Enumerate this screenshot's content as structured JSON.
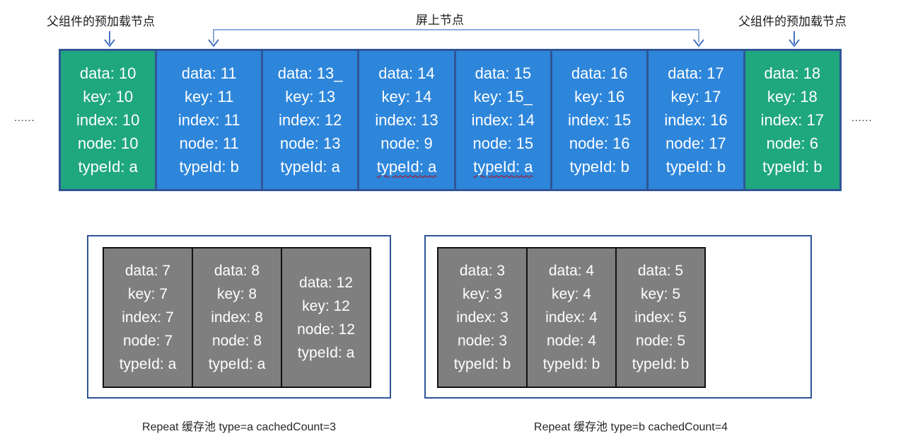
{
  "annotations": {
    "preload_label_left": "父组件的预加载节点",
    "onscreen_label": "屏上节点",
    "preload_label_right": "父组件的预加载节点",
    "ellipsis_left": "......",
    "ellipsis_right": "......"
  },
  "colors": {
    "green_cell": "#1FA77D",
    "blue_cell": "#2E86DB",
    "row_border": "#2F5597",
    "gray_cell": "#7F7F7F",
    "gray_cell_border": "#111111",
    "pool_border": "#2F5597",
    "arrow": "#4472C4",
    "bracket": "#8FAADC",
    "spellcheck_squiggle": "#C00000",
    "cell_text": "#FFFFFF"
  },
  "top_row": {
    "cells": [
      {
        "color": "green",
        "lines": [
          "data: 10",
          "key: 10",
          "index: 10",
          "node: 10",
          "typeId: a"
        ],
        "misspell_underline": false
      },
      {
        "color": "blue",
        "lines": [
          "data: 11",
          "key: 11",
          "index: 11",
          "node: 11",
          "typeId: b"
        ],
        "misspell_underline": false
      },
      {
        "color": "blue",
        "lines": [
          "data: 13_",
          "key: 13",
          "index: 12",
          "node: 13",
          "typeId: a"
        ],
        "misspell_underline": false
      },
      {
        "color": "blue",
        "lines": [
          "data: 14",
          "key: 14",
          "index: 13",
          "node: 9",
          "typeId: a"
        ],
        "misspell_underline": true
      },
      {
        "color": "blue",
        "lines": [
          "data: 15",
          "key: 15_",
          "index: 14",
          "node: 15",
          "typeId: a"
        ],
        "misspell_underline": true
      },
      {
        "color": "blue",
        "lines": [
          "data: 16",
          "key: 16",
          "index: 15",
          "node: 16",
          "typeId: b"
        ],
        "misspell_underline": false
      },
      {
        "color": "blue",
        "lines": [
          "data: 17",
          "key: 17",
          "index: 16",
          "node: 17",
          "typeId: b"
        ],
        "misspell_underline": false
      },
      {
        "color": "green",
        "lines": [
          "data: 18",
          "key: 18",
          "index: 17",
          "node: 6",
          "typeId: b"
        ],
        "misspell_underline": false
      }
    ]
  },
  "pools": [
    {
      "caption": "Repeat 缓存池 type=a  cachedCount=3",
      "cells": [
        {
          "lines": [
            "data: 7",
            "key: 7",
            "index: 7",
            "node: 7",
            "typeId: a"
          ]
        },
        {
          "lines": [
            "data: 8",
            "key: 8",
            "index: 8",
            "node: 8",
            "typeId: a"
          ]
        },
        {
          "lines": [
            "data: 12",
            "key: 12",
            "node: 12",
            "typeId: a"
          ]
        }
      ]
    },
    {
      "caption": "Repeat 缓存池 type=b  cachedCount=4",
      "cells": [
        {
          "lines": [
            "data: 3",
            "key: 3",
            "index: 3",
            "node: 3",
            "typeId: b"
          ]
        },
        {
          "lines": [
            "data: 4",
            "key: 4",
            "index: 4",
            "node: 4",
            "typeId: b"
          ]
        },
        {
          "lines": [
            "data: 5",
            "key: 5",
            "index: 5",
            "node: 5",
            "typeId: b"
          ]
        }
      ]
    }
  ]
}
